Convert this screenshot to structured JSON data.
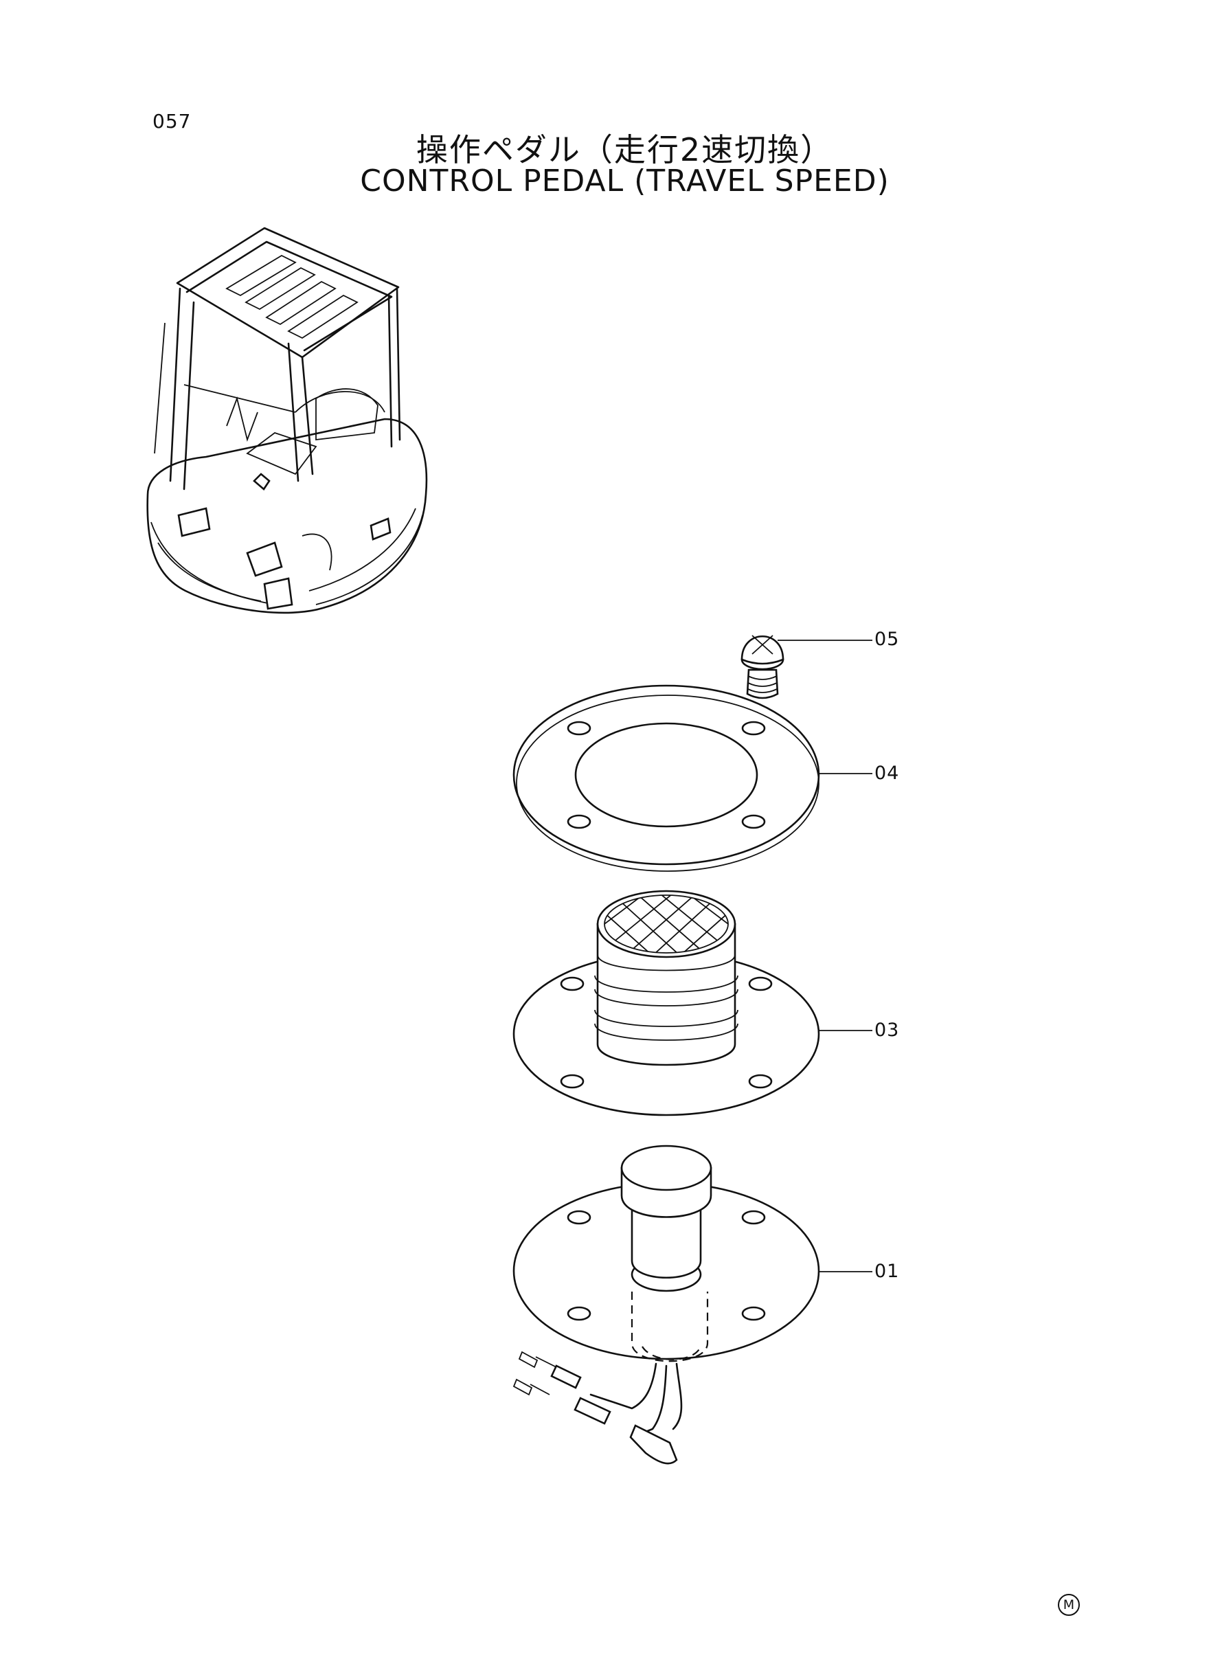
{
  "header": {
    "page_number": "057",
    "title_jp": "操作ペダル（走行2速切換）",
    "title_en": "CONTROL PEDAL (TRAVEL SPEED)"
  },
  "callouts": [
    {
      "id": "05",
      "label": "05"
    },
    {
      "id": "04",
      "label": "04"
    },
    {
      "id": "03",
      "label": "03"
    },
    {
      "id": "01",
      "label": "01"
    }
  ],
  "footer": {
    "mark": "M"
  }
}
